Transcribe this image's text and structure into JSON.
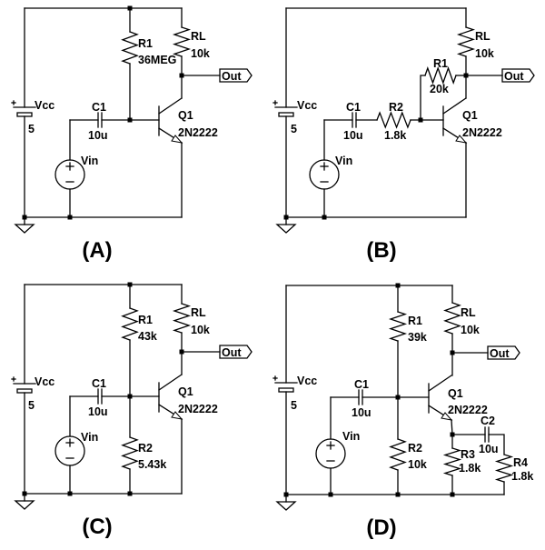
{
  "panels": [
    {
      "label": "(A)",
      "vcc": {
        "name": "Vcc",
        "value": "5"
      },
      "c1": {
        "name": "C1",
        "value": "10u"
      },
      "vin": {
        "name": "Vin"
      },
      "r1": {
        "name": "R1",
        "value": "36MEG"
      },
      "rl": {
        "name": "RL",
        "value": "10k"
      },
      "q1": {
        "name": "Q1",
        "model": "2N2222"
      },
      "out": "Out"
    },
    {
      "label": "(B)",
      "vcc": {
        "name": "Vcc",
        "value": "5"
      },
      "c1": {
        "name": "C1",
        "value": "10u"
      },
      "r2": {
        "name": "R2",
        "value": "1.8k"
      },
      "vin": {
        "name": "Vin"
      },
      "r1": {
        "name": "R1",
        "value": "20k"
      },
      "rl": {
        "name": "RL",
        "value": "10k"
      },
      "q1": {
        "name": "Q1",
        "model": "2N2222"
      },
      "out": "Out"
    },
    {
      "label": "(C)",
      "vcc": {
        "name": "Vcc",
        "value": "5"
      },
      "c1": {
        "name": "C1",
        "value": "10u"
      },
      "vin": {
        "name": "Vin"
      },
      "r1": {
        "name": "R1",
        "value": "43k"
      },
      "r2": {
        "name": "R2",
        "value": "5.43k"
      },
      "rl": {
        "name": "RL",
        "value": "10k"
      },
      "q1": {
        "name": "Q1",
        "model": "2N2222"
      },
      "out": "Out"
    },
    {
      "label": "(D)",
      "vcc": {
        "name": "Vcc",
        "value": "5"
      },
      "c1": {
        "name": "C1",
        "value": "10u"
      },
      "vin": {
        "name": "Vin"
      },
      "r1": {
        "name": "R1",
        "value": "39k"
      },
      "r2": {
        "name": "R2",
        "value": "10k"
      },
      "rl": {
        "name": "RL",
        "value": "10k"
      },
      "q1": {
        "name": "Q1",
        "model": "2N2222"
      },
      "c2": {
        "name": "C2",
        "value": "10u"
      },
      "r3": {
        "name": "R3",
        "value": "1.8k"
      },
      "r4": {
        "name": "R4",
        "value": "1.8k"
      },
      "out": "Out"
    }
  ]
}
